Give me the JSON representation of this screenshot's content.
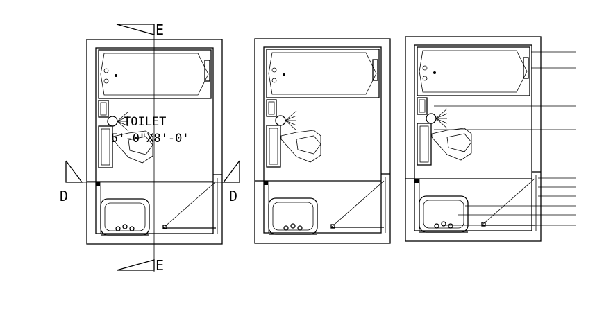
{
  "drawing": {
    "room_label": "TOILET",
    "room_size": "5'-0\"X8'-0'",
    "section_marks": {
      "top": "E",
      "bottom": "E",
      "left": "D",
      "right": "D"
    },
    "line_color": "#000000",
    "background": "#ffffff",
    "plans": [
      {
        "name": "annotated-plan"
      },
      {
        "name": "plain-plan"
      },
      {
        "name": "callout-plan"
      }
    ]
  }
}
